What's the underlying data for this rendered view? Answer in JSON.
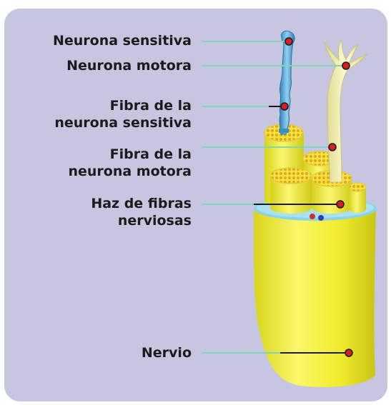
{
  "labels": {
    "neurona_sensitiva": "Neurona sensitiva",
    "neurona_motora": "Neurona motora",
    "fibra_sensitiva_l1": "Fibra de la",
    "fibra_sensitiva_l2": "neurona sensitiva",
    "fibra_motora_l1": "Fibra de la",
    "fibra_motora_l2": "neurona motora",
    "haz_l1": "Haz de fibras",
    "haz_l2": "nerviosas",
    "nervio": "Nervio"
  },
  "colors": {
    "panel": "#c6c6e1",
    "leader_line": "#7fd6b3",
    "marker": "#d41e24",
    "nerve": "#f2ee3a",
    "sensory_fiber": "#4fa6d8",
    "motor_fiber": "#f3efa6"
  }
}
